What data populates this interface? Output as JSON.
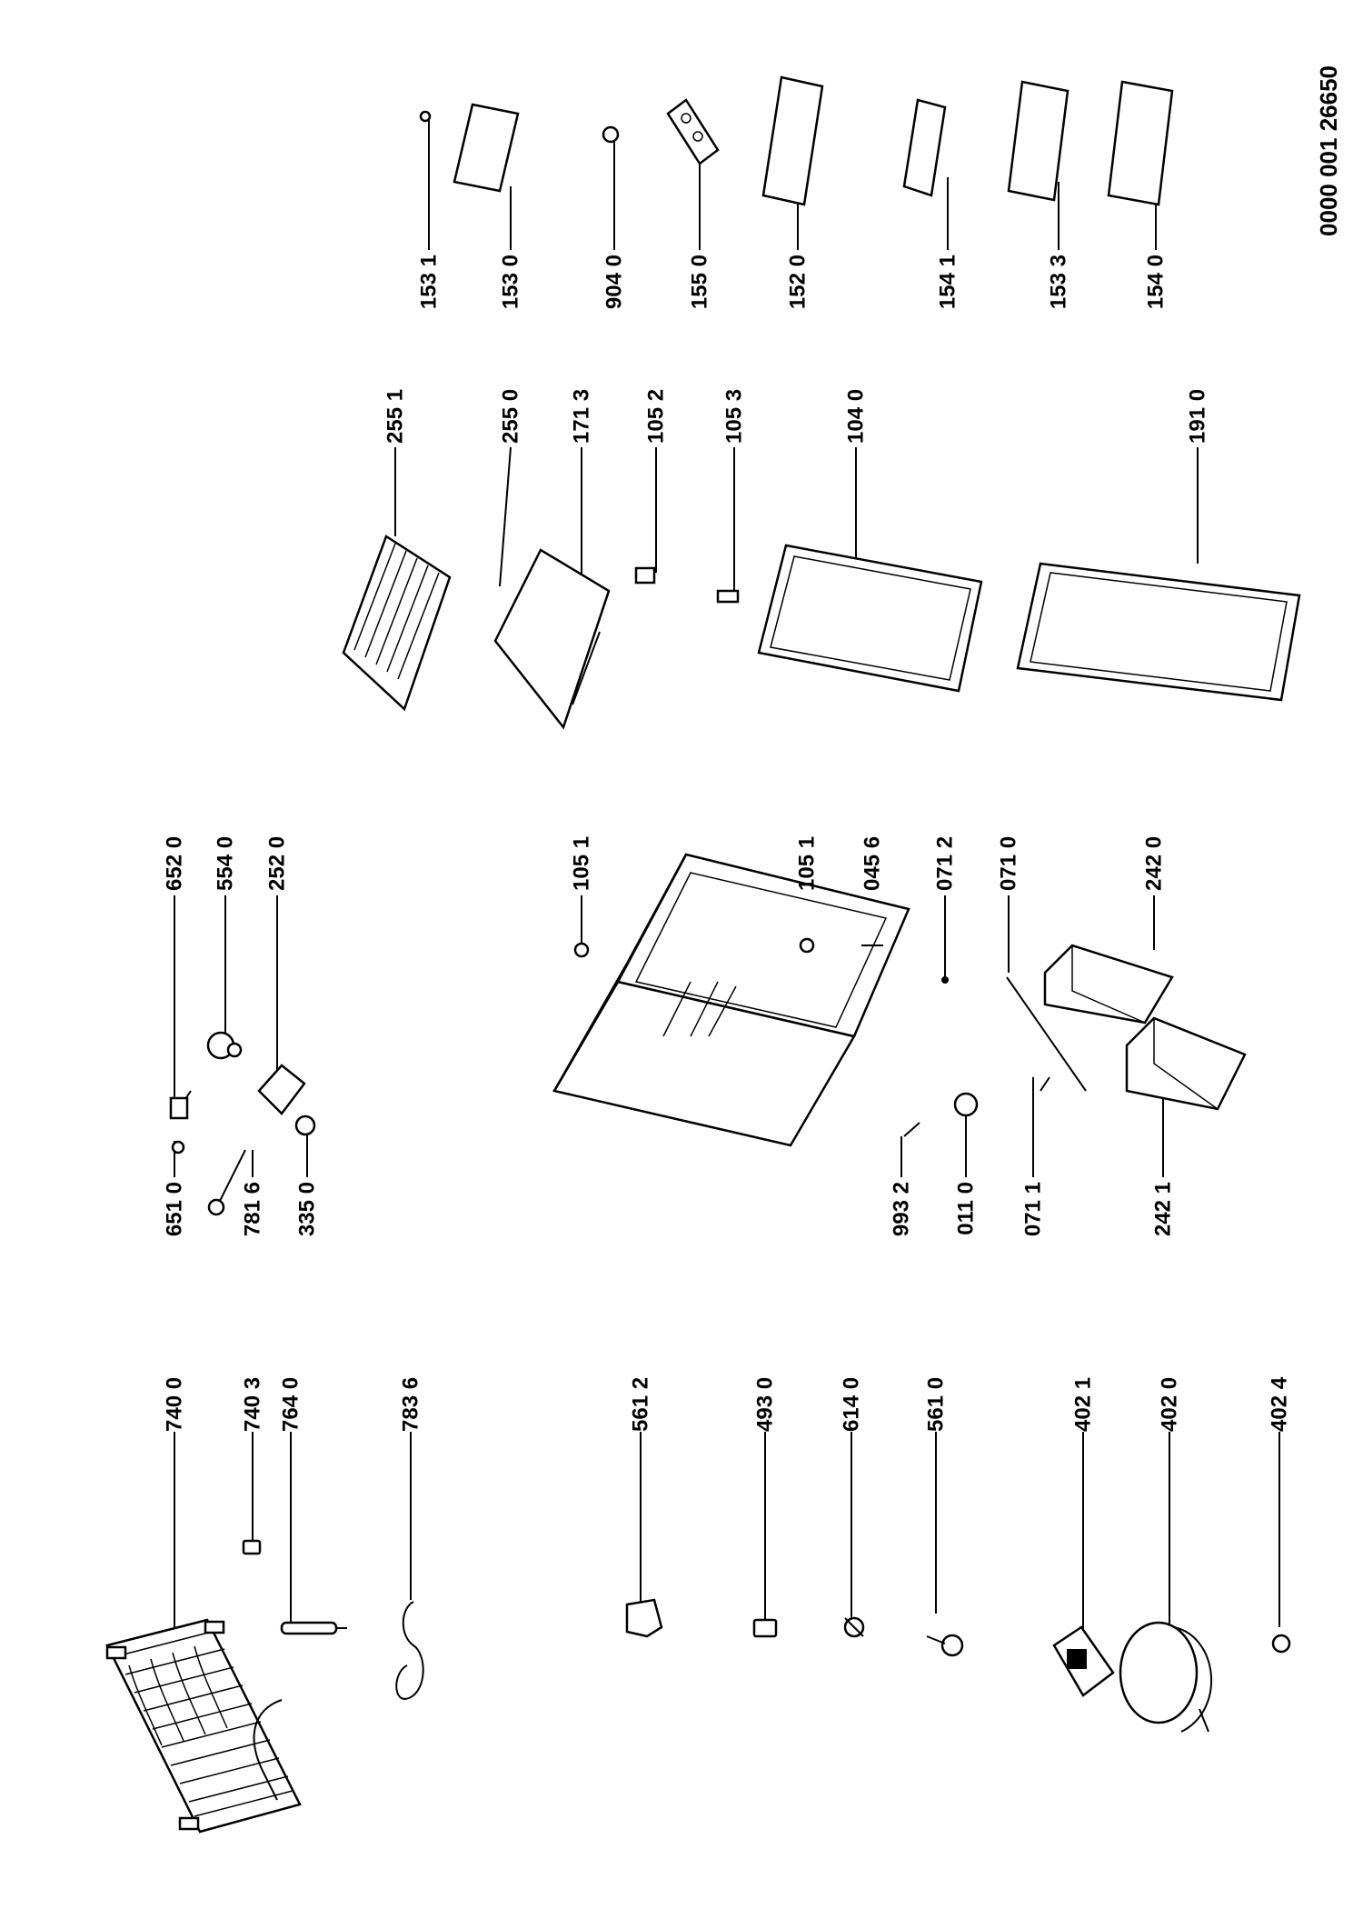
{
  "document_number": "0000 001 26650",
  "labels": {
    "p7400": "740 0",
    "p7403": "740 3",
    "p7640": "764 0",
    "p7836": "783 6",
    "p5612": "561 2",
    "p4930": "493 0",
    "p6140": "614 0",
    "p5610": "561 0",
    "p4021": "402 1",
    "p4020": "402 0",
    "p4024": "402 4",
    "p6510": "651 0",
    "p7816": "781 6",
    "p3350": "335 0",
    "p6520": "652 0",
    "p5540": "554 0",
    "p2520": "252 0",
    "p1051a": "105 1",
    "p1051b": "105 1",
    "p0456": "045 6",
    "p0712": "071 2",
    "p0710": "071 0",
    "p2420": "242 0",
    "p9932": "993 2",
    "p0110": "011 0",
    "p0711": "071 1",
    "p2421": "242 1",
    "p2551": "255 1",
    "p2550": "255 0",
    "p1713": "171 3",
    "p1052": "105 2",
    "p1053": "105 3",
    "p1040": "104 0",
    "p1910": "191 0",
    "p1531": "153 1",
    "p1530": "153 0",
    "p9040": "904 0",
    "p1550": "155 0",
    "p1520": "152 0",
    "p1541": "154 1",
    "p1533": "153 3",
    "p1540": "154 0"
  }
}
